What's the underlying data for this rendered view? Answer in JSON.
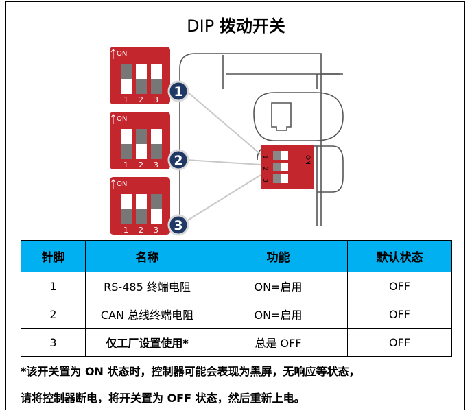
{
  "title": {
    "prefix": "DIP ",
    "main": "拨动开关"
  },
  "switches": [
    {
      "on_label": "ON",
      "pins": [
        "1",
        "2",
        "3"
      ],
      "badge": "1",
      "states": [
        true,
        false,
        false
      ]
    },
    {
      "on_label": "ON",
      "pins": [
        "1",
        "2",
        "3"
      ],
      "badge": "2",
      "states": [
        false,
        true,
        false
      ]
    },
    {
      "on_label": "ON",
      "pins": [
        "1",
        "2",
        "3"
      ],
      "badge": "3",
      "states": [
        false,
        false,
        true
      ]
    }
  ],
  "device_switch": {
    "on_label": "ON",
    "pins": [
      "1",
      "2",
      "3"
    ]
  },
  "table": {
    "headers": [
      "针脚",
      "名称",
      "功能",
      "默认状态"
    ],
    "rows": [
      [
        "1",
        "RS-485 终端电阻",
        "ON=启用",
        "OFF"
      ],
      [
        "2",
        "CAN 总线终端电阻",
        "ON=启用",
        "OFF"
      ],
      [
        "3",
        "仅工厂设置使用*",
        "总是 OFF",
        "OFF"
      ]
    ],
    "header_color": "#00b0f0"
  },
  "notes": {
    "line1": "*该开关置为 ON 状态时，控制器可能会表现为黑屏，无响应等状态，",
    "line2": "请将控制器断电，将开关置为 OFF 状态，然后重新上电。"
  },
  "colors": {
    "switch_red": "#c4262e",
    "badge_navy": "#1f3864",
    "connector_gray": "#c8c8c8"
  }
}
